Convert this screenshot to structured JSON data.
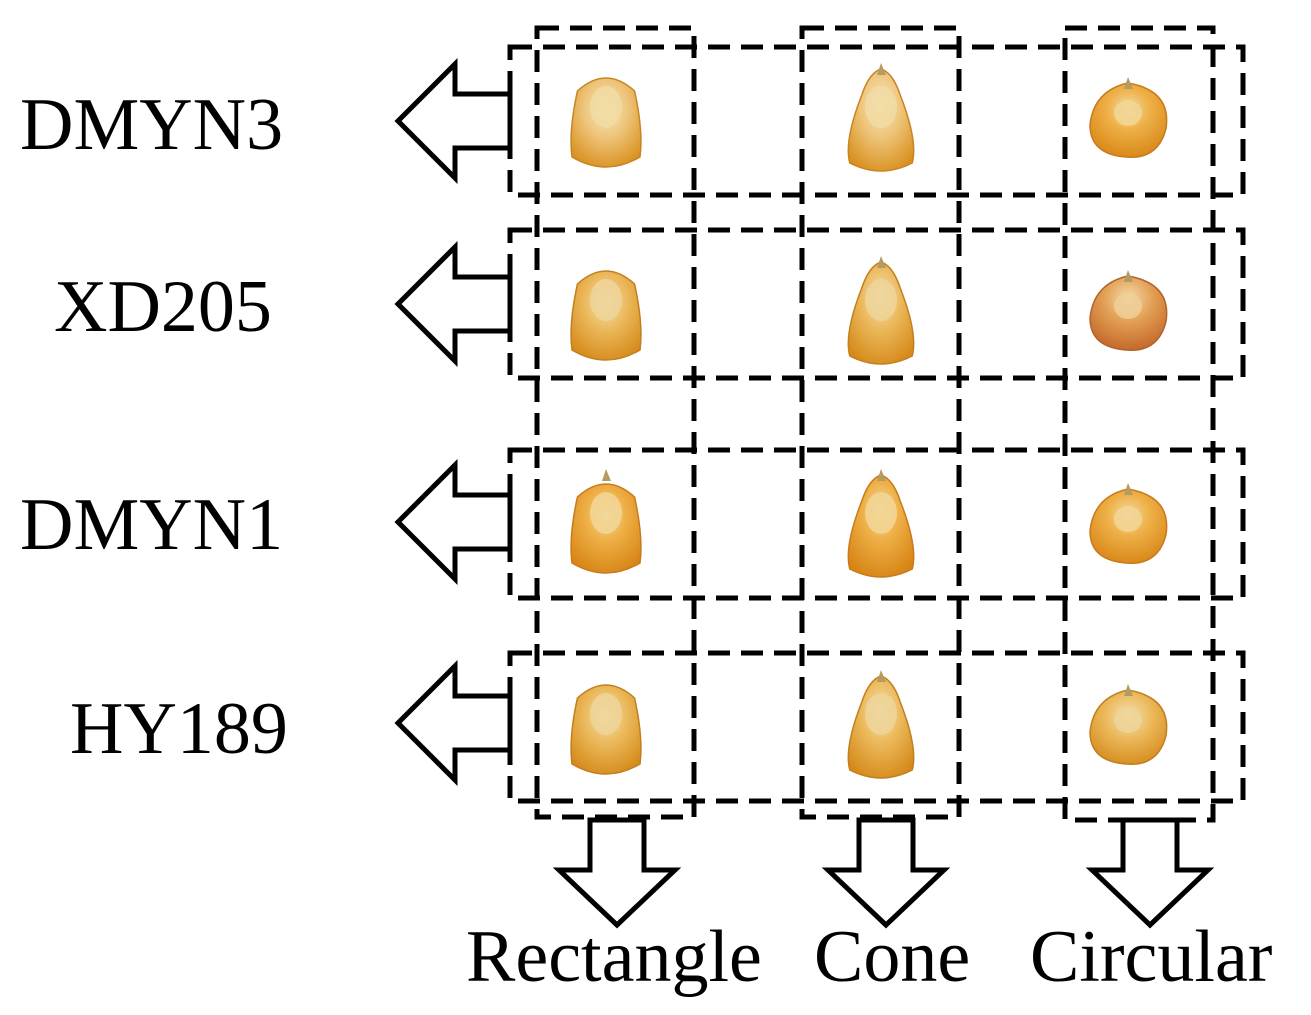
{
  "rows": [
    {
      "label": "DMYN3"
    },
    {
      "label": "XD205"
    },
    {
      "label": "DMYN1"
    },
    {
      "label": "HY189"
    }
  ],
  "columns": [
    {
      "label": "Rectangle"
    },
    {
      "label": "Cone"
    },
    {
      "label": "Circular"
    }
  ],
  "kernels": [
    [
      {
        "shape": "rectangle",
        "tone": "pale"
      },
      {
        "shape": "cone",
        "tone": "pale"
      },
      {
        "shape": "circular",
        "tone": "orange"
      }
    ],
    [
      {
        "shape": "rectangle",
        "tone": "golden"
      },
      {
        "shape": "cone",
        "tone": "golden"
      },
      {
        "shape": "circular",
        "tone": "reddish"
      }
    ],
    [
      {
        "shape": "rectangle",
        "tone": "orange"
      },
      {
        "shape": "cone",
        "tone": "orange"
      },
      {
        "shape": "circular",
        "tone": "orange"
      }
    ],
    [
      {
        "shape": "rectangle",
        "tone": "golden"
      },
      {
        "shape": "cone",
        "tone": "golden"
      },
      {
        "shape": "circular",
        "tone": "golden"
      }
    ]
  ],
  "colors": {
    "line": "#000000",
    "background": "#ffffff",
    "kernel_tones": {
      "pale": {
        "base": "#e7a53c",
        "cap": "#f1dca4",
        "edge": "#c88422"
      },
      "golden": {
        "base": "#e6a23a",
        "cap": "#efd59a",
        "edge": "#c27f20"
      },
      "orange": {
        "base": "#ec9f2f",
        "cap": "#f2d696",
        "edge": "#c97a1c"
      },
      "reddish": {
        "base": "#d9853a",
        "cap": "#eecf96",
        "edge": "#b3642a"
      }
    }
  }
}
